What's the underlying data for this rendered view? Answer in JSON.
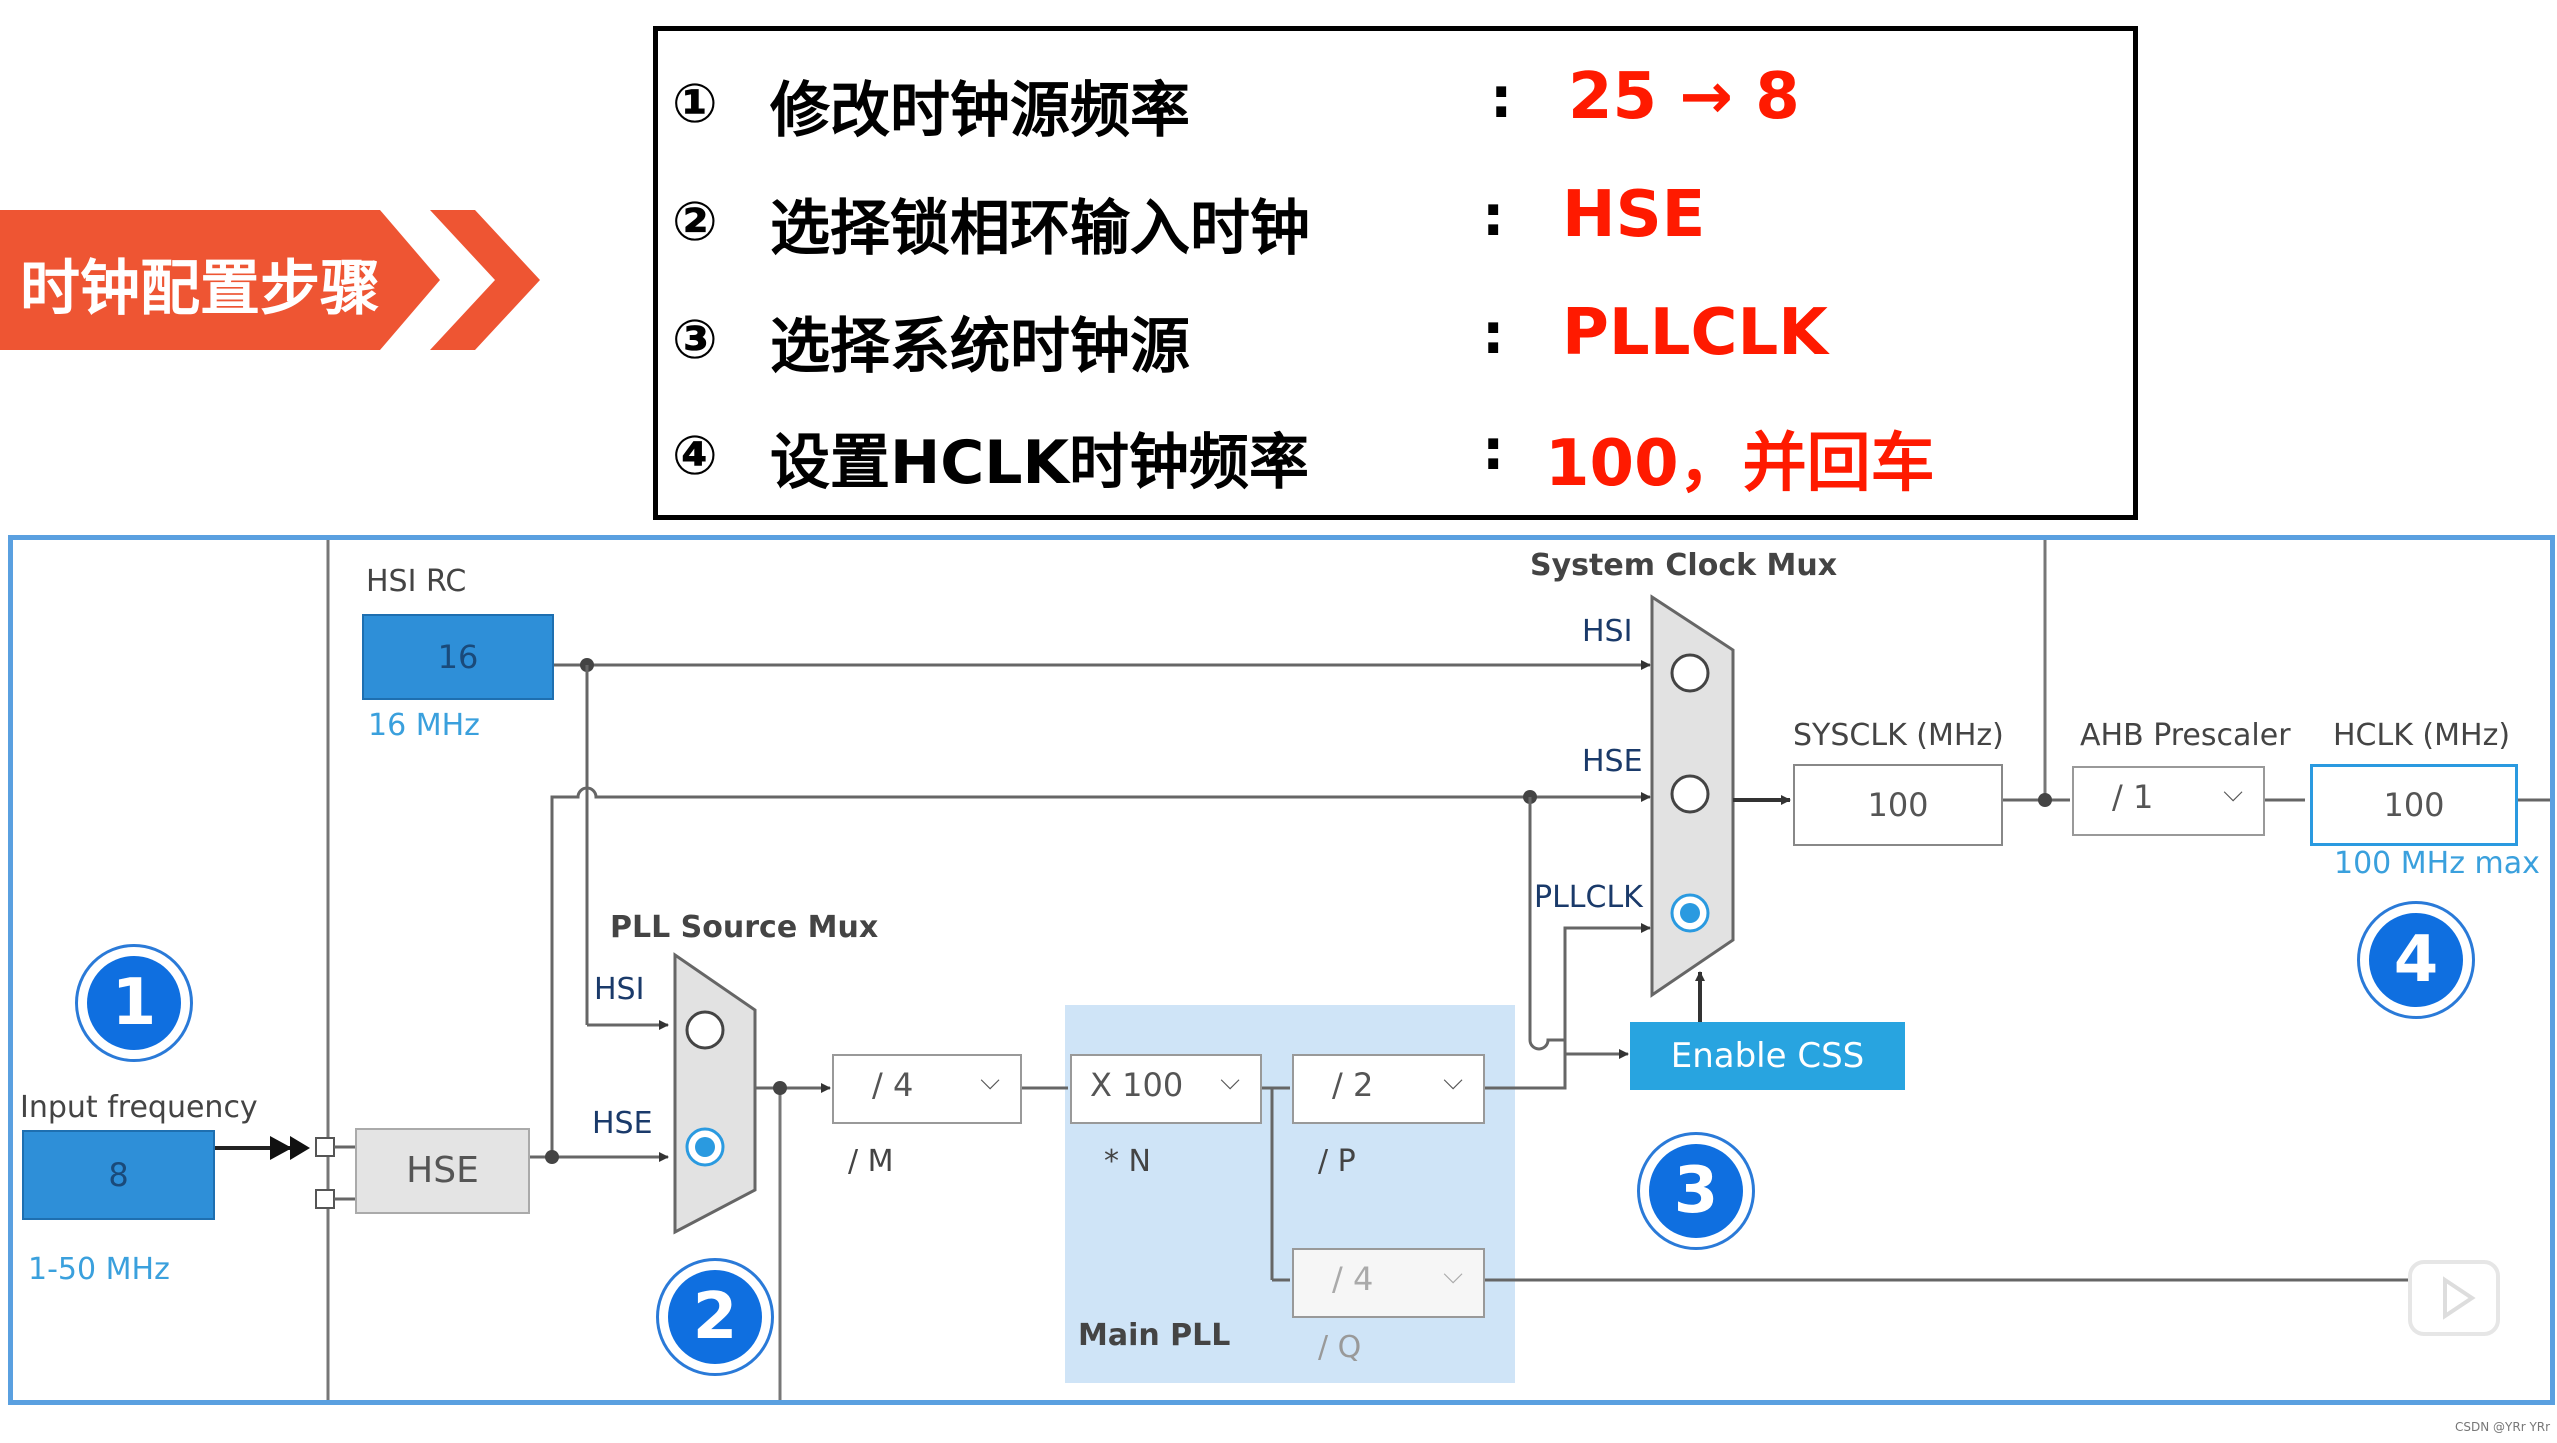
{
  "banner": {
    "label": "时钟配置步骤"
  },
  "steps": [
    {
      "num": "①",
      "text": "修改时钟源频率",
      "colon": ":",
      "value": "25 → 8"
    },
    {
      "num": "②",
      "text": "选择锁相环输入时钟",
      "colon": ":",
      "value": "HSE"
    },
    {
      "num": "③",
      "text": "选择系统时钟源",
      "colon": ":",
      "value": "PLLCLK"
    },
    {
      "num": "④",
      "text": "设置HCLK时钟频率",
      "colon": ":",
      "value": "100，并回车"
    }
  ],
  "diagram": {
    "hsi_rc": {
      "title": "HSI RC",
      "value": "16",
      "unit": "16 MHz"
    },
    "input": {
      "title": "Input frequency",
      "value": "8",
      "range": "1-50 MHz"
    },
    "hse_block": "HSE",
    "pll_source_mux": {
      "title": "PLL Source Mux",
      "options": [
        "HSI",
        "HSE"
      ],
      "selected": "HSE"
    },
    "divider_m": {
      "value": "/ 4",
      "label": "/ M"
    },
    "multiplier_n": {
      "value": "X 100",
      "label": "* N"
    },
    "divider_p": {
      "value": "/ 2",
      "label": "/ P"
    },
    "divider_q": {
      "value": "/ 4",
      "label": "/ Q"
    },
    "main_pll_label": "Main PLL",
    "system_clock_mux": {
      "title": "System Clock Mux",
      "options": [
        "HSI",
        "HSE",
        "PLLCLK"
      ],
      "selected": "PLLCLK"
    },
    "enable_css": "Enable CSS",
    "sysclk": {
      "title": "SYSCLK (MHz)",
      "value": "100"
    },
    "ahb": {
      "title": "AHB Prescaler",
      "value": "/ 1"
    },
    "hclk": {
      "title": "HCLK (MHz)",
      "value": "100",
      "max": "100 MHz max"
    }
  },
  "badges": [
    "1",
    "2",
    "3",
    "4"
  ],
  "watermark": "CSDN @YRr YRr",
  "colors": {
    "accent_red": "#ff1a00",
    "banner": "#ee5533",
    "diagram_border": "#5aa0e0",
    "badge_blue": "#0f6fe0",
    "pll_area": "#cfe4f7",
    "css_button": "#28a4e0"
  }
}
